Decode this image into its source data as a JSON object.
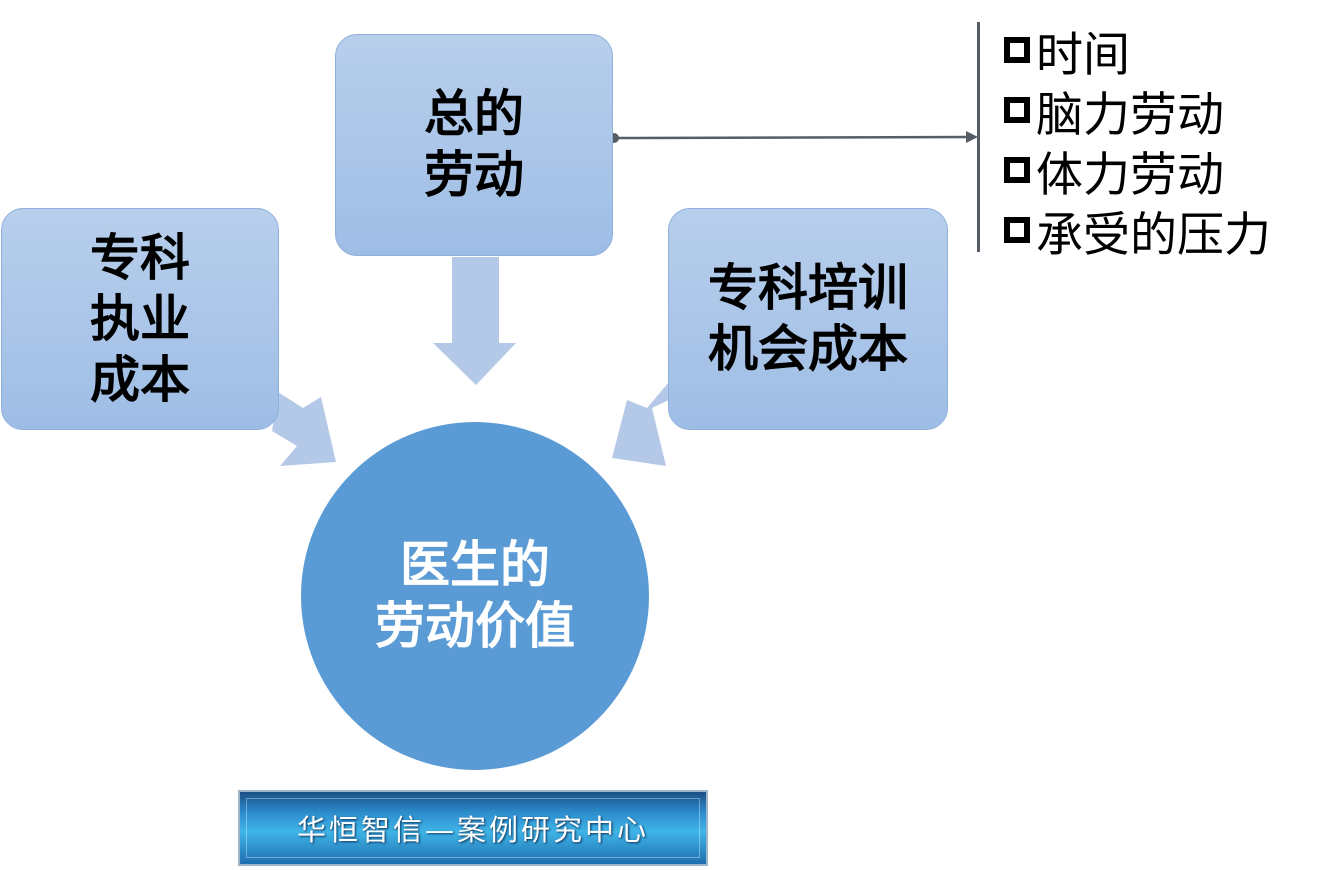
{
  "nodes": {
    "specialty_practice_cost": {
      "lines": [
        "专科",
        "执业",
        "成本"
      ]
    },
    "total_labor": {
      "lines": [
        "总的",
        "劳动"
      ]
    },
    "training_opportunity_cost": {
      "lines": [
        "专科培训",
        "机会成本"
      ]
    },
    "center": {
      "lines": [
        "医生的",
        "劳动价值"
      ]
    }
  },
  "total_labor_factors": [
    "时间",
    "脑力劳动",
    "体力劳动",
    "承受的压力"
  ],
  "brand_banner": "华恒智信—案例研究中心",
  "colors": {
    "box_fill": "#a8c4e8",
    "circle_fill": "#5b9bd5",
    "arrow_fill": "#b4c9e7",
    "bracket_line": "#555d66"
  },
  "icons": {
    "list_bullet": "checkbox-icon"
  }
}
